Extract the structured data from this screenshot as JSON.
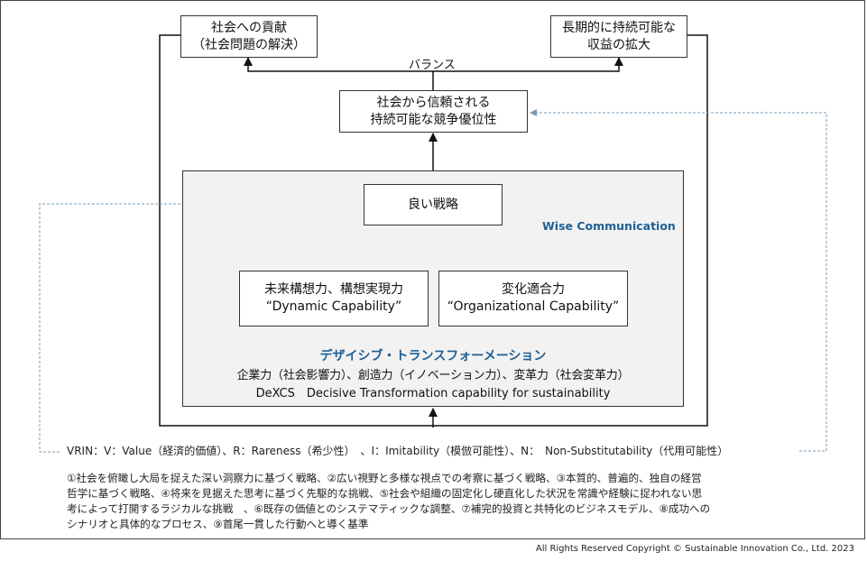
{
  "boxes": {
    "social_contribution": [
      "社会への貢献",
      "（社会問題の解決）"
    ],
    "long_term_profit": [
      "長期的に持続可能な",
      "収益の拡大"
    ],
    "competitive_advantage": [
      "社会から信頼される",
      "持続可能な競争優位性"
    ],
    "good_strategy": "良い戦略",
    "dynamic_capability": [
      "未来構想力、構想実現力",
      "“Dynamic Capability”"
    ],
    "organizational_capability": [
      "変化適合力",
      "“Organizational Capability”"
    ]
  },
  "labels": {
    "balance": "バランス",
    "wise_communication": "Wise Communication",
    "dx_title": "デザイシブ・トランスフォーメーション",
    "dx_line1": "企業力（社会影響力）、創造力（イノベーション力）、変革力（社会変革力）",
    "dx_line2": "DeXCS　Decisive Transformation capability for sustainability"
  },
  "vrin": "VRIN：V：Value（経済的価値）、R：Rareness（希少性）　、I：Imitability（模倣可能性）、N：　Non-Substitutability（代用可能性）",
  "notes": [
    "①社会を俯瞰し大局を捉えた深い洞察力に基づく戦略、②広い視野と多様な視点での考察に基づく戦略、③本質的、普遍的、独自の経営",
    "哲学に基づく戦略、④将来を見据えた思考に基づく先駆的な挑戦、⑤社会や組織の固定化し硬直化した状況を常識や経験に捉われない思",
    "考によって打開するラジカルな挑戦　、⑥既存の価値とのシステマティックな調整、⑦補完的投資と共特化のビジネスモデル、⑧成功への",
    "シナリオと具体的なプロセス、⑨首尾一貫した行動へと導く基準"
  ],
  "copyright": "All Rights Reserved Copyright © Sustainable Innovation Co., Ltd. 2023",
  "colors": {
    "accent_blue": "#1f5f95",
    "dashed": "#7a9bb5",
    "panel": "#f2f2f2"
  }
}
